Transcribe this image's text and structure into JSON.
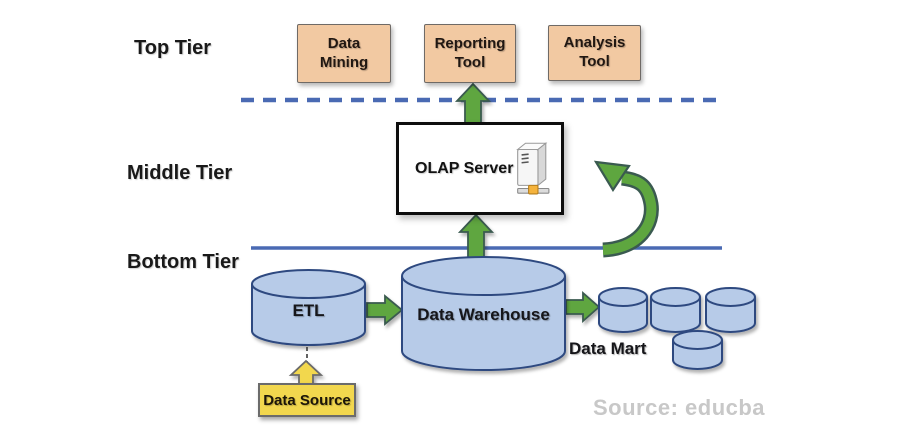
{
  "colors": {
    "peach_fill": "#f2c9a2",
    "blue_fill": "#b7cbe8",
    "blue_border": "#2e4a80",
    "green_fill": "#5ea63f",
    "green_border": "#3a5a50",
    "yellow_fill": "#f2d74e",
    "line_blue": "#4a6ab3",
    "credit_gray": "#c8c8c8"
  },
  "tiers": {
    "top": "Top Tier",
    "middle": "Middle Tier",
    "bottom": "Bottom Tier"
  },
  "top_tier_boxes": [
    {
      "label": "Data\nMining"
    },
    {
      "label": "Reporting\nTool"
    },
    {
      "label": "Analysis\nTool"
    }
  ],
  "middle_tier": {
    "olap_label": "OLAP Server"
  },
  "bottom_tier": {
    "etl_label": "ETL",
    "warehouse_label": "Data Warehouse",
    "data_mart_label": "Data Mart",
    "data_source_label": "Data Source"
  },
  "credit": "Source: educba"
}
